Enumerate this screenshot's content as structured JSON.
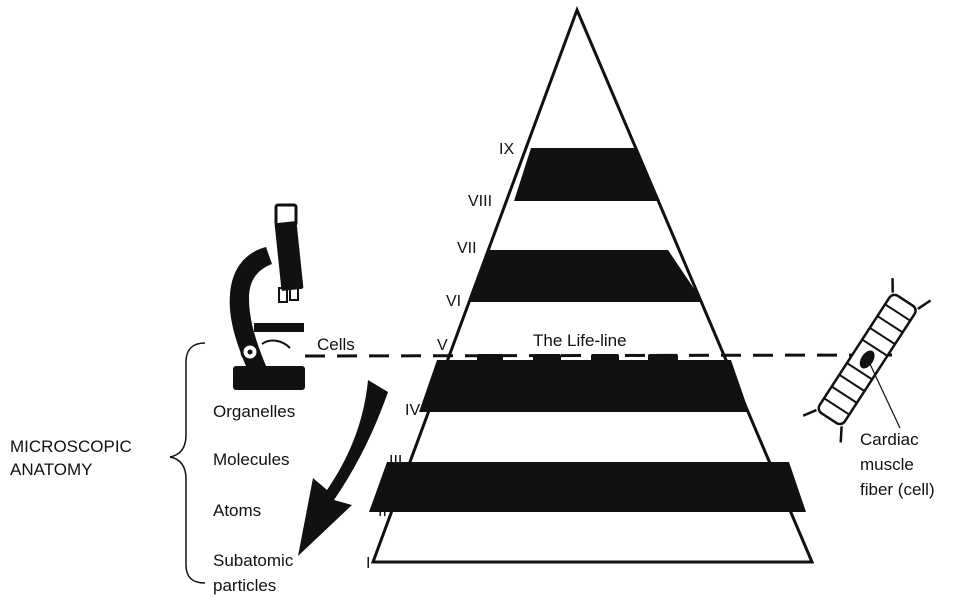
{
  "levels": [
    "I",
    "II",
    "III",
    "IV",
    "V",
    "VI",
    "VII",
    "VIII",
    "IX"
  ],
  "life_line_label": "The Life-line",
  "left_labels": {
    "cells": "Cells",
    "organelles": "Organelles",
    "molecules": "Molecules",
    "atoms": "Atoms",
    "subatomic_line1": "Subatomic",
    "subatomic_line2": "particles"
  },
  "bracket_label": {
    "line1": "MICROSCOPIC",
    "line2": "ANATOMY"
  },
  "callout": {
    "line1": "Cardiac",
    "line2": "muscle",
    "line3": "fiber (cell)"
  },
  "icons": {
    "microscope": "microscope-icon",
    "cell": "cardiac-muscle-cell-icon",
    "arrow": "down-left-arrow"
  },
  "colors": {
    "ink": "#111111",
    "background": "#ffffff"
  }
}
